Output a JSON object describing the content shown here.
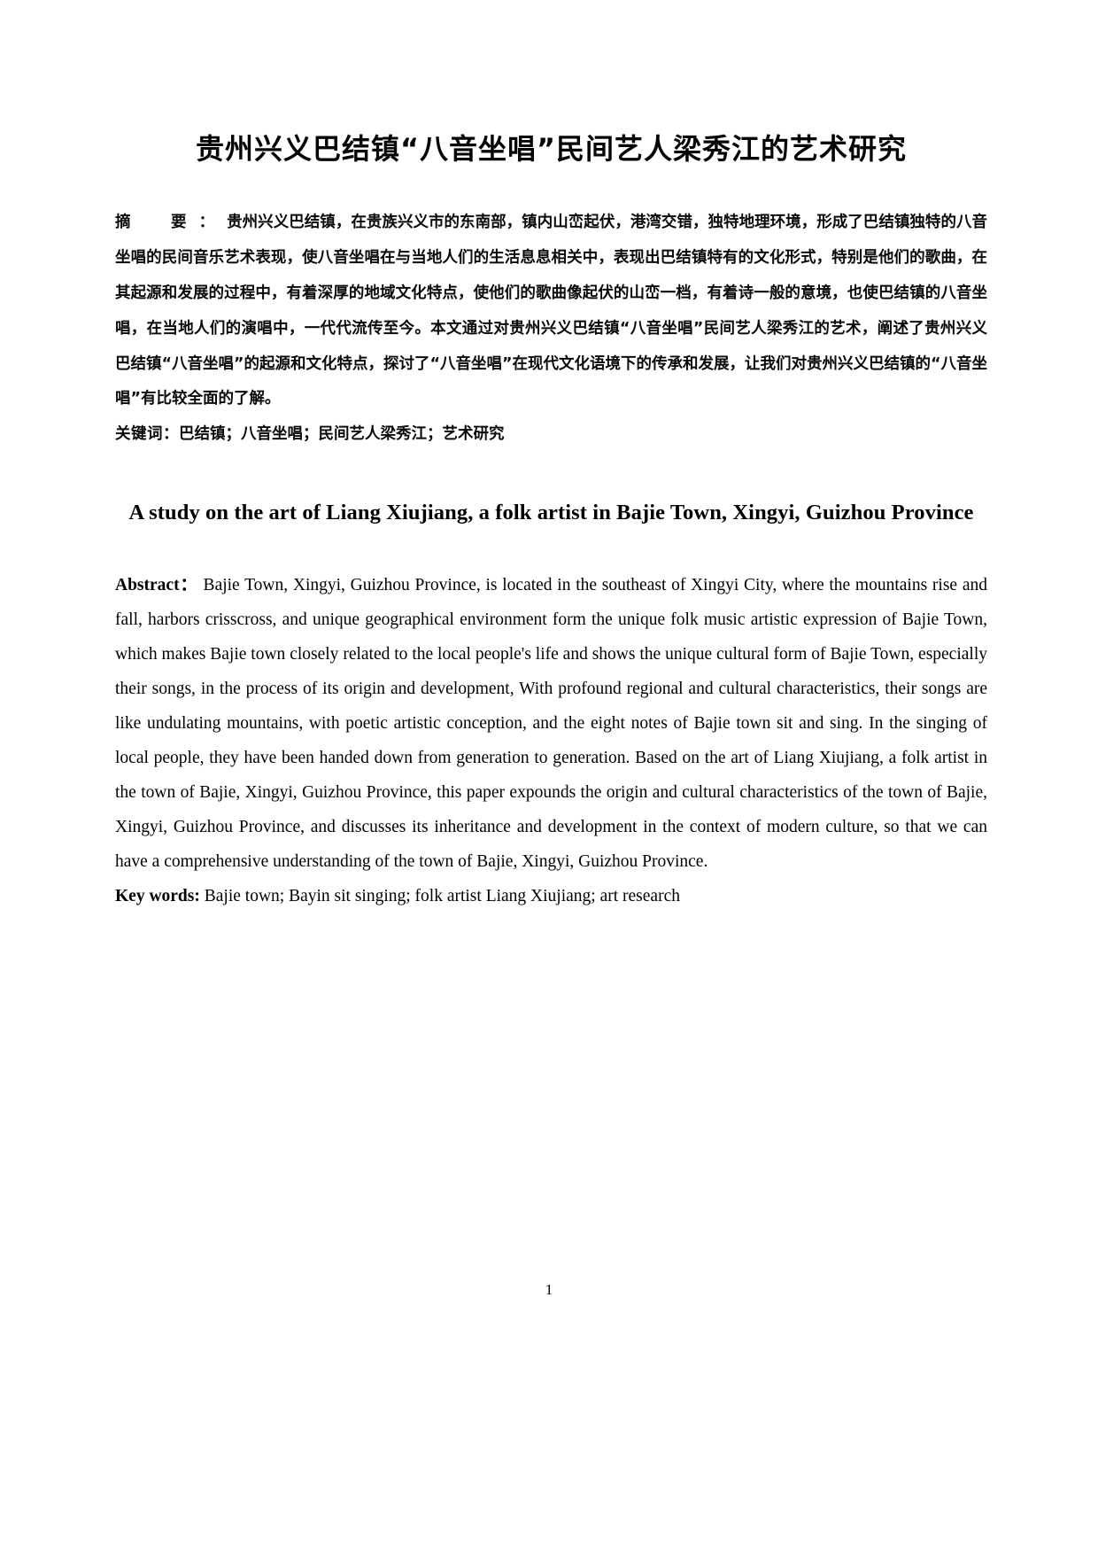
{
  "document": {
    "page_number": "1",
    "chinese_title": "贵州兴义巴结镇“八音坐唱”民间艺人梁秀江的艺术研究",
    "chinese_abstract": {
      "label": "摘　要：",
      "text": "贵州兴义巴结镇，在贵族兴义市的东南部，镇内山峦起伏，港湾交错，独特地理环境，形成了巴结镇独特的八音坐唱的民间音乐艺术表现，使八音坐唱在与当地人们的生活息息相关中，表现出巴结镇特有的文化形式，特别是他们的歌曲，在其起源和发展的过程中，有着深厚的地域文化特点，使他们的歌曲像起伏的山峦一档，有着诗一般的意境，也使巴结镇的八音坐唱，在当地人们的演唱中，一代代流传至今。本文通过对贵州兴义巴结镇“八音坐唱”民间艺人梁秀江的艺术，阐述了贵州兴义巴结镇“八音坐唱”的起源和文化特点，探讨了“八音坐唱”在现代文化语境下的传承和发展，让我们对贵州兴义巴结镇的“八音坐唱”有比较全面的了解。"
    },
    "chinese_keywords": {
      "label": "关键词：",
      "text": "巴结镇；八音坐唱；民间艺人梁秀江；艺术研究"
    },
    "english_title": "A study on the art of Liang Xiujiang, a folk artist in Bajie Town, Xingyi, Guizhou Province",
    "english_abstract": {
      "label": "Abstract：",
      "text": " Bajie Town, Xingyi, Guizhou Province, is located in the southeast of Xingyi City, where the mountains rise and fall, harbors crisscross, and unique geographical environment form the unique folk music artistic expression of Bajie Town, which makes Bajie town closely related to the local people's life and shows the unique cultural form of Bajie Town, especially their songs, in the process of its origin and development, With profound regional and cultural characteristics, their songs are like undulating mountains, with poetic artistic conception, and the eight notes of Bajie town sit and sing. In the singing of local people, they have been handed down from generation to generation. Based on the art of Liang Xiujiang, a folk artist in the town of Bajie, Xingyi, Guizhou Province, this paper expounds the origin and cultural characteristics of the town of Bajie, Xingyi, Guizhou Province, and discusses its inheritance and development in the context of modern culture, so that we can have a comprehensive understanding of the town of Bajie, Xingyi, Guizhou Province."
    },
    "english_keywords": {
      "label": "Key words:",
      "text": " Bajie town; Bayin sit singing; folk artist Liang Xiujiang; art research"
    }
  }
}
